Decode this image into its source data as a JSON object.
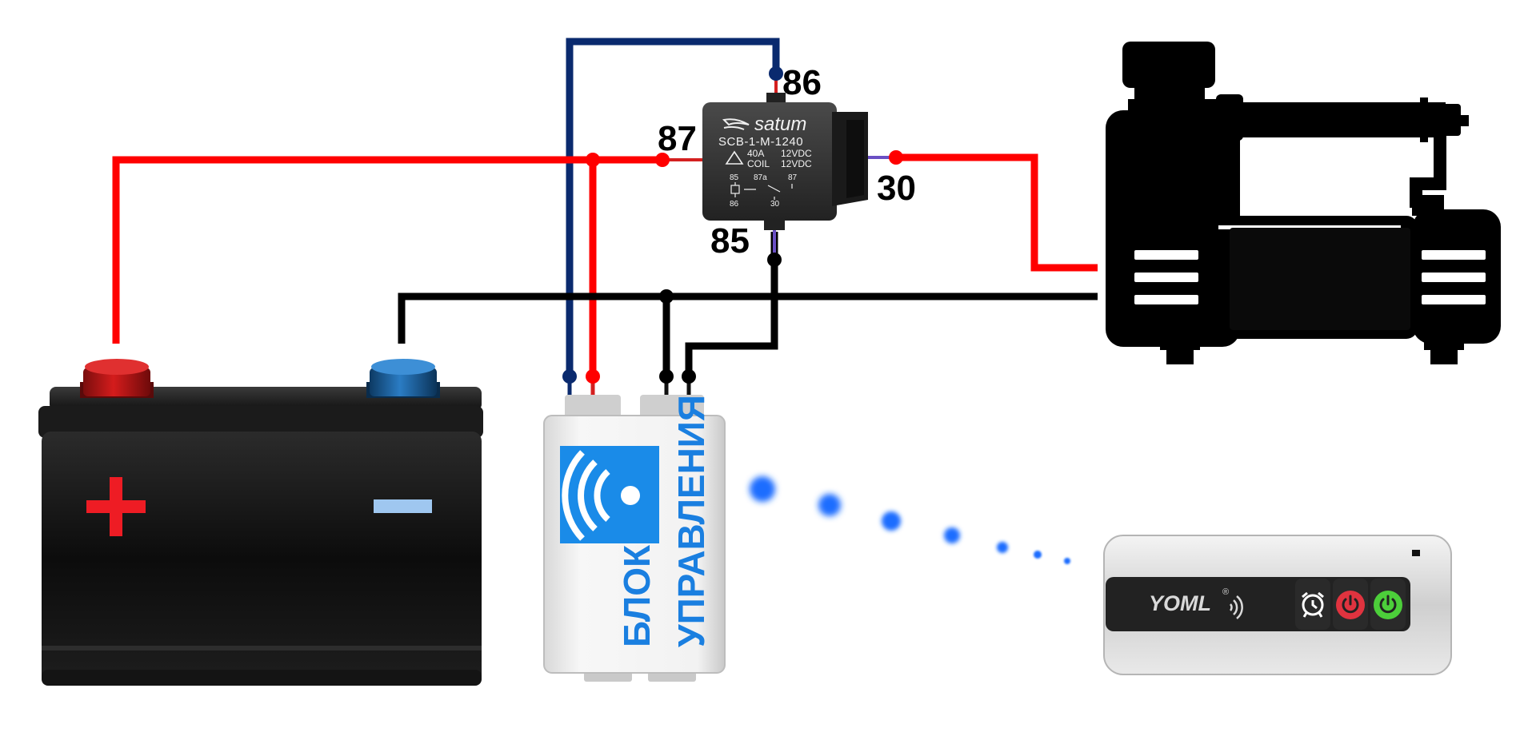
{
  "relay": {
    "brand": "satum",
    "model": "SCB-1-M-1240",
    "current": "40A",
    "coil_label": "COIL",
    "voltage_1": "12VDC",
    "voltage_2": "12VDC",
    "schematic_pins": {
      "p85": "85",
      "p87a": "87a",
      "p87": "87",
      "p86": "86",
      "p30": "30"
    }
  },
  "pins": {
    "p86": "86",
    "p87": "87",
    "p30": "30",
    "p85": "85"
  },
  "control_unit": {
    "line1": "БЛОК",
    "line2": "УПРАВЛЕНИЯ"
  },
  "remote": {
    "brand": "YOML",
    "registered": "®"
  },
  "battery": {
    "plus_sign": "+",
    "minus_sign": "−"
  },
  "colors": {
    "positive_wire": "#ff0000",
    "negative_wire": "#000000",
    "signal_wire": "#0a2a6e",
    "wireless_dots": "#1a6dff",
    "control_label": "#1a7fe0",
    "control_icon_bg": "#1a8be8",
    "remote_alarm_button": "#ffffff",
    "remote_power_off_button": "#e0333f",
    "remote_power_on_button": "#4ccf3a"
  },
  "icons": [
    "wifi-icon",
    "alarm-clock-icon",
    "power-off-icon",
    "power-on-icon",
    "wireless-signal-icon"
  ]
}
